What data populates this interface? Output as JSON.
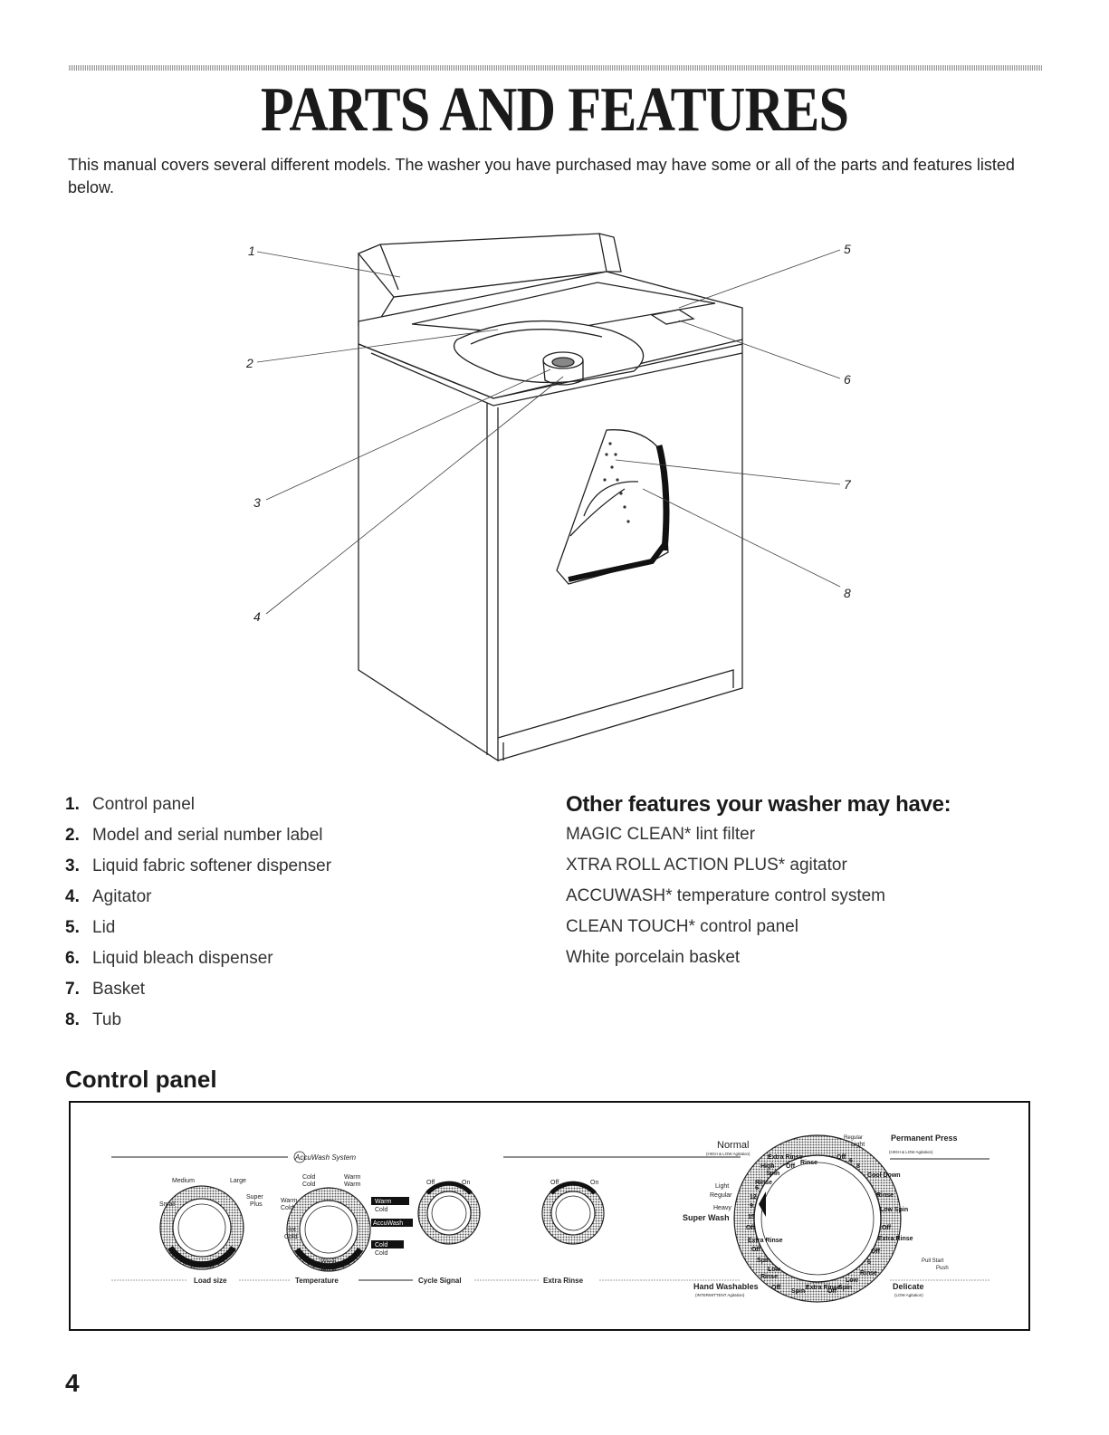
{
  "page": {
    "title": "PARTS AND FEATURES",
    "intro": "This manual covers several different models. The washer you have purchased may have some or all of the parts and features listed below.",
    "page_number": "4"
  },
  "figure": {
    "callouts": [
      "1",
      "2",
      "3",
      "4",
      "5",
      "6",
      "7",
      "8"
    ]
  },
  "parts": [
    {
      "num": "1.",
      "label": "Control panel"
    },
    {
      "num": "2.",
      "label": "Model and serial number label"
    },
    {
      "num": "3.",
      "label": "Liquid fabric softener dispenser"
    },
    {
      "num": "4.",
      "label": "Agitator"
    },
    {
      "num": "5.",
      "label": "Lid"
    },
    {
      "num": "6.",
      "label": "Liquid bleach dispenser"
    },
    {
      "num": "7.",
      "label": "Basket"
    },
    {
      "num": "8.",
      "label": "Tub"
    }
  ],
  "other_features": {
    "heading": "Other features your washer may have:",
    "items": [
      "MAGIC CLEAN* lint filter",
      "XTRA ROLL ACTION PLUS* agitator",
      "ACCUWASH* temperature control system",
      "CLEAN TOUCH* control panel",
      "White porcelain basket"
    ]
  },
  "control_panel": {
    "heading": "Control panel",
    "accuwash_logo": "AccuWash System",
    "load_size": {
      "label": "Load size",
      "settings": [
        "Medium",
        "Large",
        "Small",
        "Super",
        "Plus"
      ]
    },
    "temperature": {
      "label": "Temperature",
      "left_settings": [
        "Cold",
        "Cold",
        "Warm",
        "Cold",
        "Hot",
        "Cold"
      ],
      "right_settings": [
        "Warm",
        "Warm",
        "Warm",
        "Cold",
        "AccuWash",
        "Cold",
        "Cold"
      ],
      "bottom": [
        "Wash",
        "Rinse"
      ]
    },
    "cycle_signal": {
      "label": "Cycle Signal",
      "off": "Off",
      "on": "On"
    },
    "extra_rinse": {
      "label": "Extra Rinse",
      "off": "Off",
      "on": "On"
    },
    "cycle_dial": {
      "normal": "Normal",
      "normal_note": "(HIGH & LOW Agitation)",
      "permanent_press": "Permanent Press",
      "permanent_press_note": "(HIGH & LOW Agitation)",
      "hand_washables": "Hand Washables",
      "hand_washables_note": "(INTERMITTENT Agitation)",
      "delicate": "Delicate",
      "delicate_note": "(LOW Agitation)",
      "left_settings": [
        "Light",
        "Regular",
        "Heavy",
        "Super Wash"
      ],
      "top_right_settings": [
        "Regular",
        "Light"
      ],
      "pull_start": "Pull Start",
      "push": "Push",
      "ring_labels": [
        "Extra Rinse",
        "High",
        "Off",
        "Rinse",
        "Spin",
        "Rinse",
        "Off",
        "6",
        "8",
        "Cool Down",
        "Rinse",
        "Low Spin",
        "Off",
        "Extra Rinse",
        "Off",
        "6",
        "Rinse",
        "Low",
        "Spin",
        "Off",
        "Extra Rinse",
        "Spin",
        "Off",
        "Low",
        "Rinse",
        "Spin",
        "Off",
        "Extra Rinse",
        "Off",
        "15",
        "9",
        "12",
        "6"
      ]
    }
  }
}
